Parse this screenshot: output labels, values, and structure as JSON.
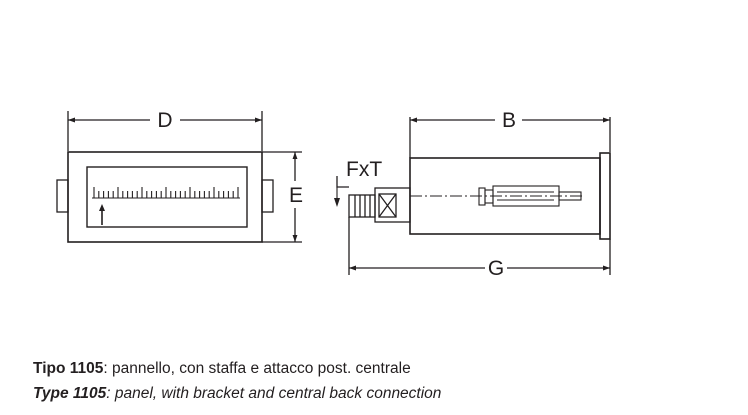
{
  "dimensions": {
    "d": "D",
    "e": "E",
    "b": "B",
    "g": "G",
    "fxt": "FxT"
  },
  "caption": {
    "line1_model": "Tipo 1105",
    "line1_desc": ": pannello, con staffa e attacco post. centrale",
    "line2_model": "Type 1105",
    "line2_desc": ": panel, with bracket and central back connection"
  },
  "colors": {
    "line": "#231f20",
    "fill": "#ffffff"
  }
}
